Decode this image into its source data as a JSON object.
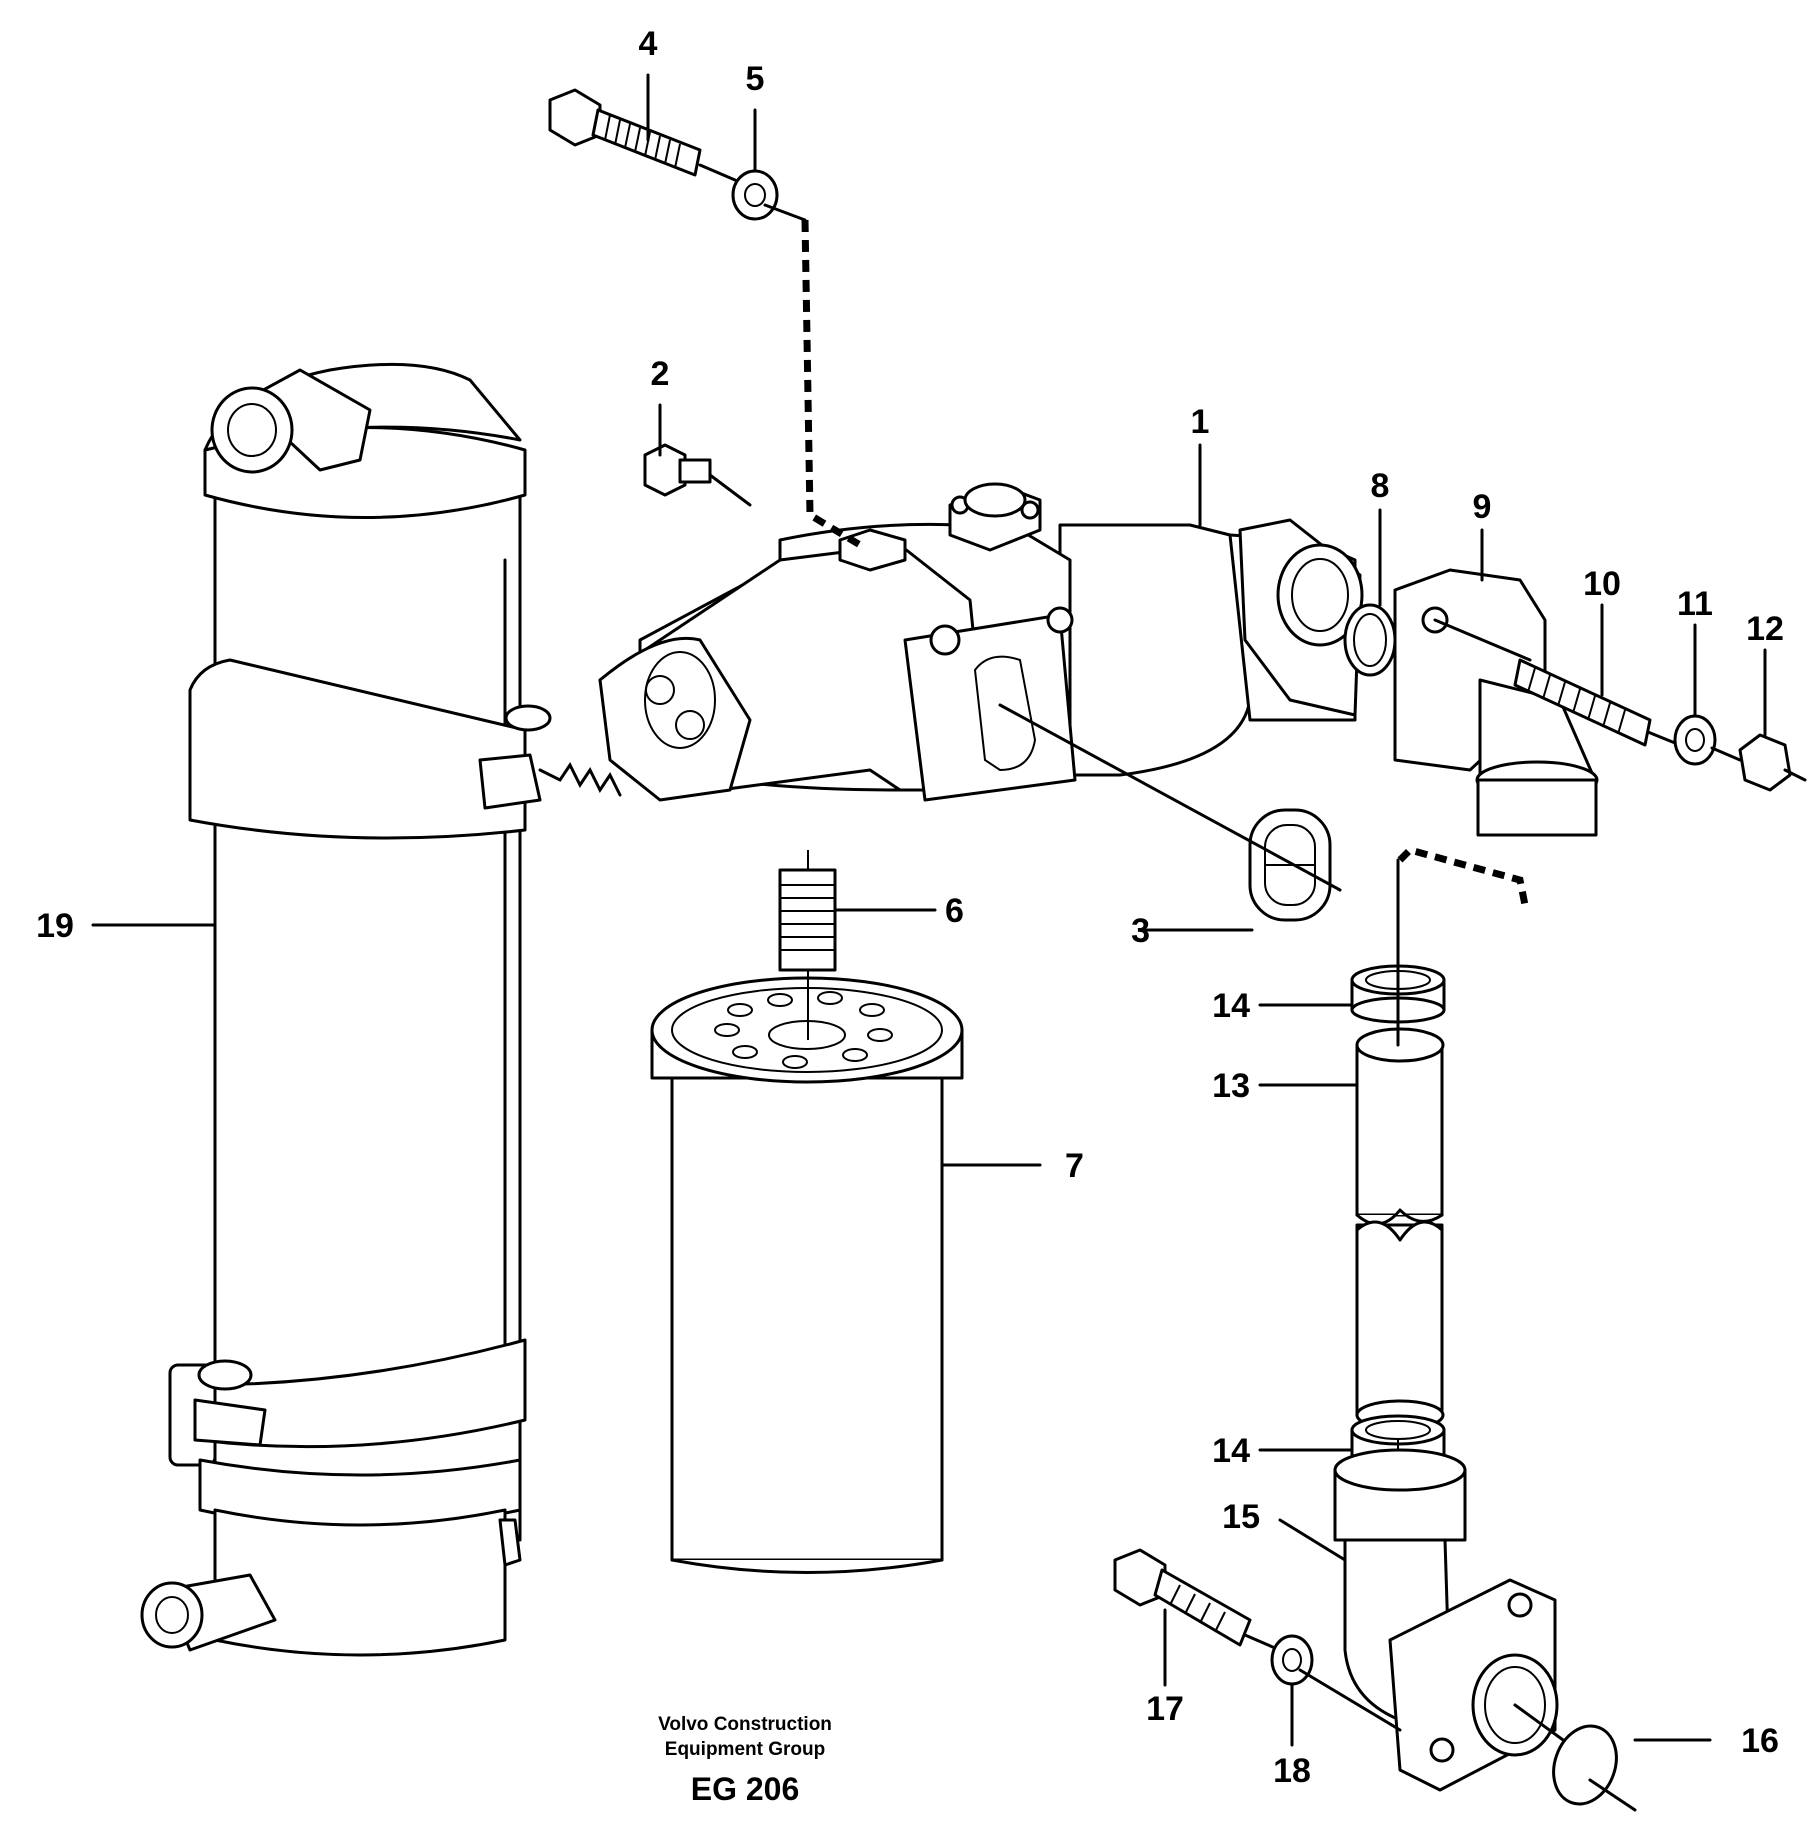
{
  "callouts": [
    {
      "id": "1",
      "text": "1"
    },
    {
      "id": "2",
      "text": "2"
    },
    {
      "id": "3",
      "text": "3"
    },
    {
      "id": "4",
      "text": "4"
    },
    {
      "id": "5",
      "text": "5"
    },
    {
      "id": "6",
      "text": "6"
    },
    {
      "id": "7",
      "text": "7"
    },
    {
      "id": "8",
      "text": "8"
    },
    {
      "id": "9",
      "text": "9"
    },
    {
      "id": "10",
      "text": "10"
    },
    {
      "id": "11",
      "text": "11"
    },
    {
      "id": "12",
      "text": "12"
    },
    {
      "id": "13",
      "text": "13"
    },
    {
      "id": "14a",
      "text": "14"
    },
    {
      "id": "14b",
      "text": "14"
    },
    {
      "id": "15",
      "text": "15"
    },
    {
      "id": "16",
      "text": "16"
    },
    {
      "id": "17",
      "text": "17"
    },
    {
      "id": "18",
      "text": "18"
    },
    {
      "id": "19",
      "text": "19"
    }
  ],
  "footer": {
    "line1": "Volvo Construction",
    "line2": "Equipment Group",
    "code": "EG 206"
  }
}
